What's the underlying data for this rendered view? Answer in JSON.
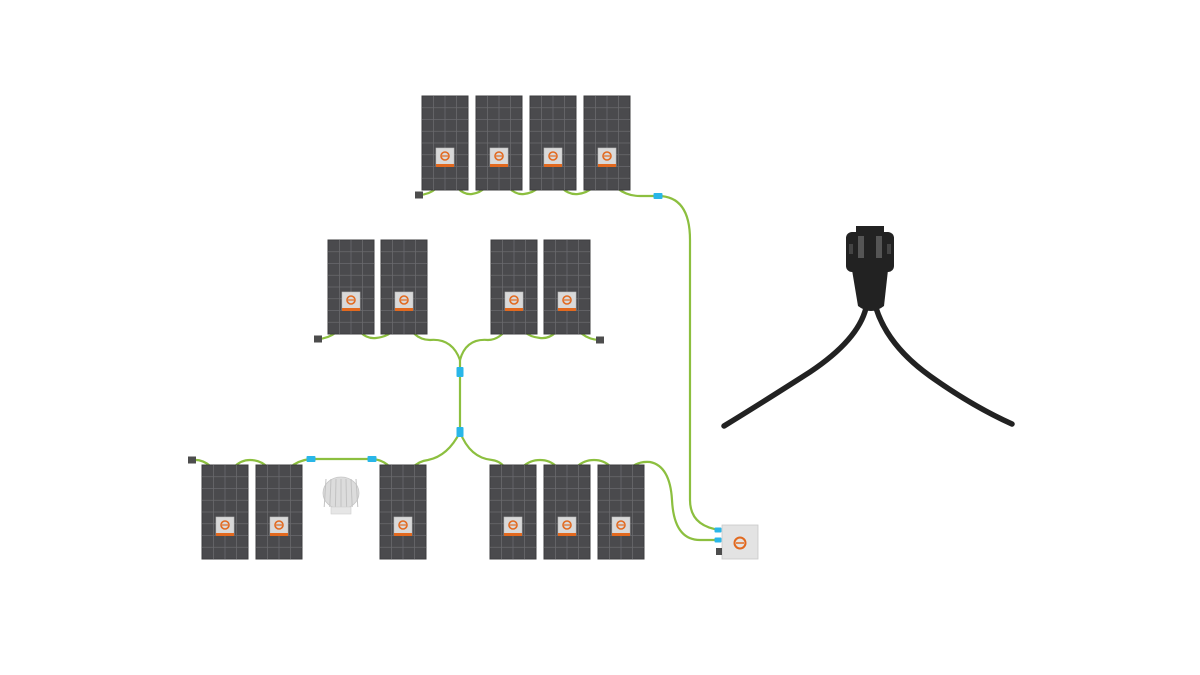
{
  "diagram": {
    "description_free": true,
    "colors": {
      "background": "#ffffff",
      "panel": "#4a4a4d",
      "panel_grid": "#6a6a6e",
      "panel_frame": "#3c3c3f",
      "microinverter": "#d9d9d9",
      "microinverter_accent": "#e2691f",
      "cable": "#8cbf3f",
      "connector": "#29b6e8",
      "cap": "#4d4d4d",
      "junction_box": "#e3e3e3",
      "connector_plug": "#222222",
      "vent": "#dcdcdc"
    },
    "icons": {
      "microinverter_logo": "enphase-logo-icon",
      "vent": "roof-vent-icon",
      "plug": "y-connector-plug-icon"
    },
    "arrays": [
      {
        "name": "top-row",
        "panels": 4
      },
      {
        "name": "middle-left",
        "panels": 2
      },
      {
        "name": "middle-right",
        "panels": 2
      },
      {
        "name": "bottom-left",
        "panels": 2
      },
      {
        "name": "bottom-center",
        "panels": 1
      },
      {
        "name": "bottom-right",
        "panels": 3
      }
    ],
    "vent_count": 1,
    "junction_box_count": 1
  }
}
